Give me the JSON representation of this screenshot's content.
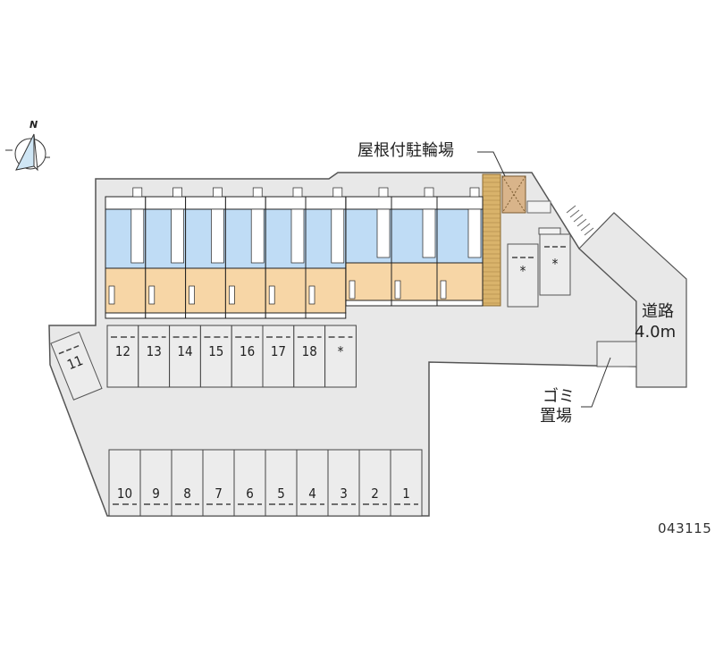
{
  "labels": {
    "bicycle_parking": "屋根付駐輪場",
    "road_line1": "道路",
    "road_line2": "4.0m",
    "garbage_line1": "ゴミ",
    "garbage_line2": "置場",
    "property_code": "043115",
    "compass_north": "N"
  },
  "parking_top_row": [
    "12",
    "13",
    "14",
    "15",
    "16",
    "17",
    "18",
    "*"
  ],
  "parking_bottom_row": [
    "10",
    "9",
    "8",
    "7",
    "6",
    "5",
    "4",
    "3",
    "2",
    "1"
  ],
  "parking_angled": "11",
  "parking_right": [
    "*",
    "*"
  ],
  "colors": {
    "lot": "#e8e8e8",
    "unit_blue": "#bfdcf5",
    "unit_orange": "#f7d6a6",
    "brick": "#d9b36b",
    "bike_roof": "#d9b48a"
  }
}
